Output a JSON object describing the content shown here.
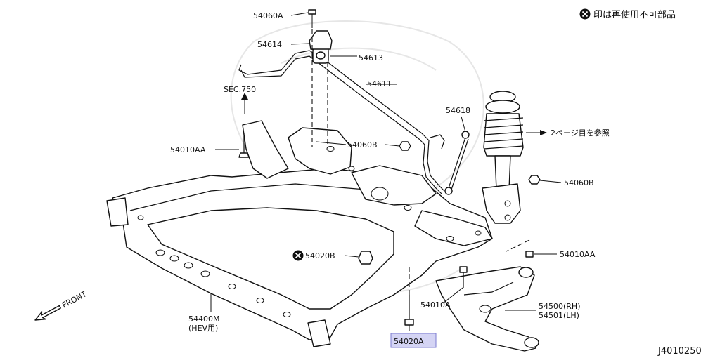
{
  "legend": {
    "text": "印は再使用不可部品",
    "icon": "x-circle-icon"
  },
  "diagram_code": "J4010250",
  "front_label": "FRONT",
  "highlight_color": "#d4d4f4",
  "labels": {
    "p54060A": "54060A",
    "p54614": "54614",
    "p54613": "54613",
    "p54611": "54611",
    "sec750": "SEC.750",
    "p54618": "54618",
    "page2": "2ページ目を参照",
    "p54010AA_left": "54010AA",
    "p54060B_mid": "54060B",
    "p54060B_right": "54060B",
    "p54020B": "54020B",
    "p54010AA_right": "54010AA",
    "p54010A": "54010A",
    "p54500": "54500(RH)",
    "p54501": "54501(LH)",
    "p54400M": "54400M",
    "p54400M_note": "(HEV用)",
    "p54020A": "54020A"
  }
}
